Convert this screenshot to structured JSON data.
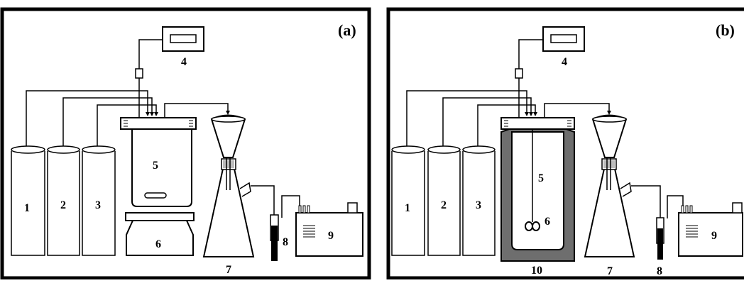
{
  "panels": [
    {
      "id": "a",
      "label": "(a)",
      "numbers": {
        "c1": "1",
        "c2": "2",
        "c3": "3",
        "meter": "4",
        "reactor": "5",
        "stirrer": "6",
        "flask": "7",
        "probe": "8",
        "pump": "9"
      }
    },
    {
      "id": "b",
      "label": "(b)",
      "numbers": {
        "c1": "1",
        "c2": "2",
        "c3": "3",
        "meter": "4",
        "reactor": "5",
        "stirrer": "6",
        "flask": "7",
        "probe": "8",
        "pump": "9",
        "jacket": "10"
      }
    }
  ],
  "colors": {
    "line": "#000000",
    "jacket": "#6e6e6e",
    "frame": "#000000",
    "background": "#ffffff"
  }
}
